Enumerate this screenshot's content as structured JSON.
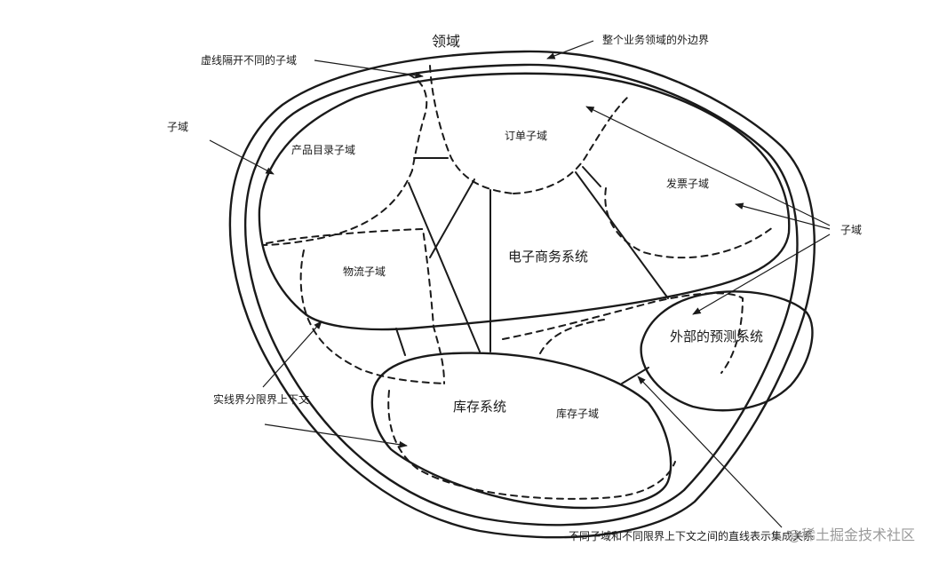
{
  "diagram": {
    "labels": {
      "domain": "领域",
      "domain_boundary_note": "整个业务领域的外边界",
      "dashed_note": "虚线隔开不同的子域",
      "subdomain_left": "子域",
      "subdomain_right": "子域",
      "catalog": "产品目录子域",
      "order": "订单子域",
      "invoice": "发票子域",
      "logistics": "物流子域",
      "ecommerce": "电子商务系统",
      "forecast": "外部的预测系统",
      "inventory_system": "库存系统",
      "inventory_subdomain": "库存子域",
      "bounded_context_note": "实线界分限界上下文",
      "integration_note": "不同子域和不同限界上下文之间的直线表示集成关系"
    },
    "watermark": "@稀土掘金技术社区"
  }
}
